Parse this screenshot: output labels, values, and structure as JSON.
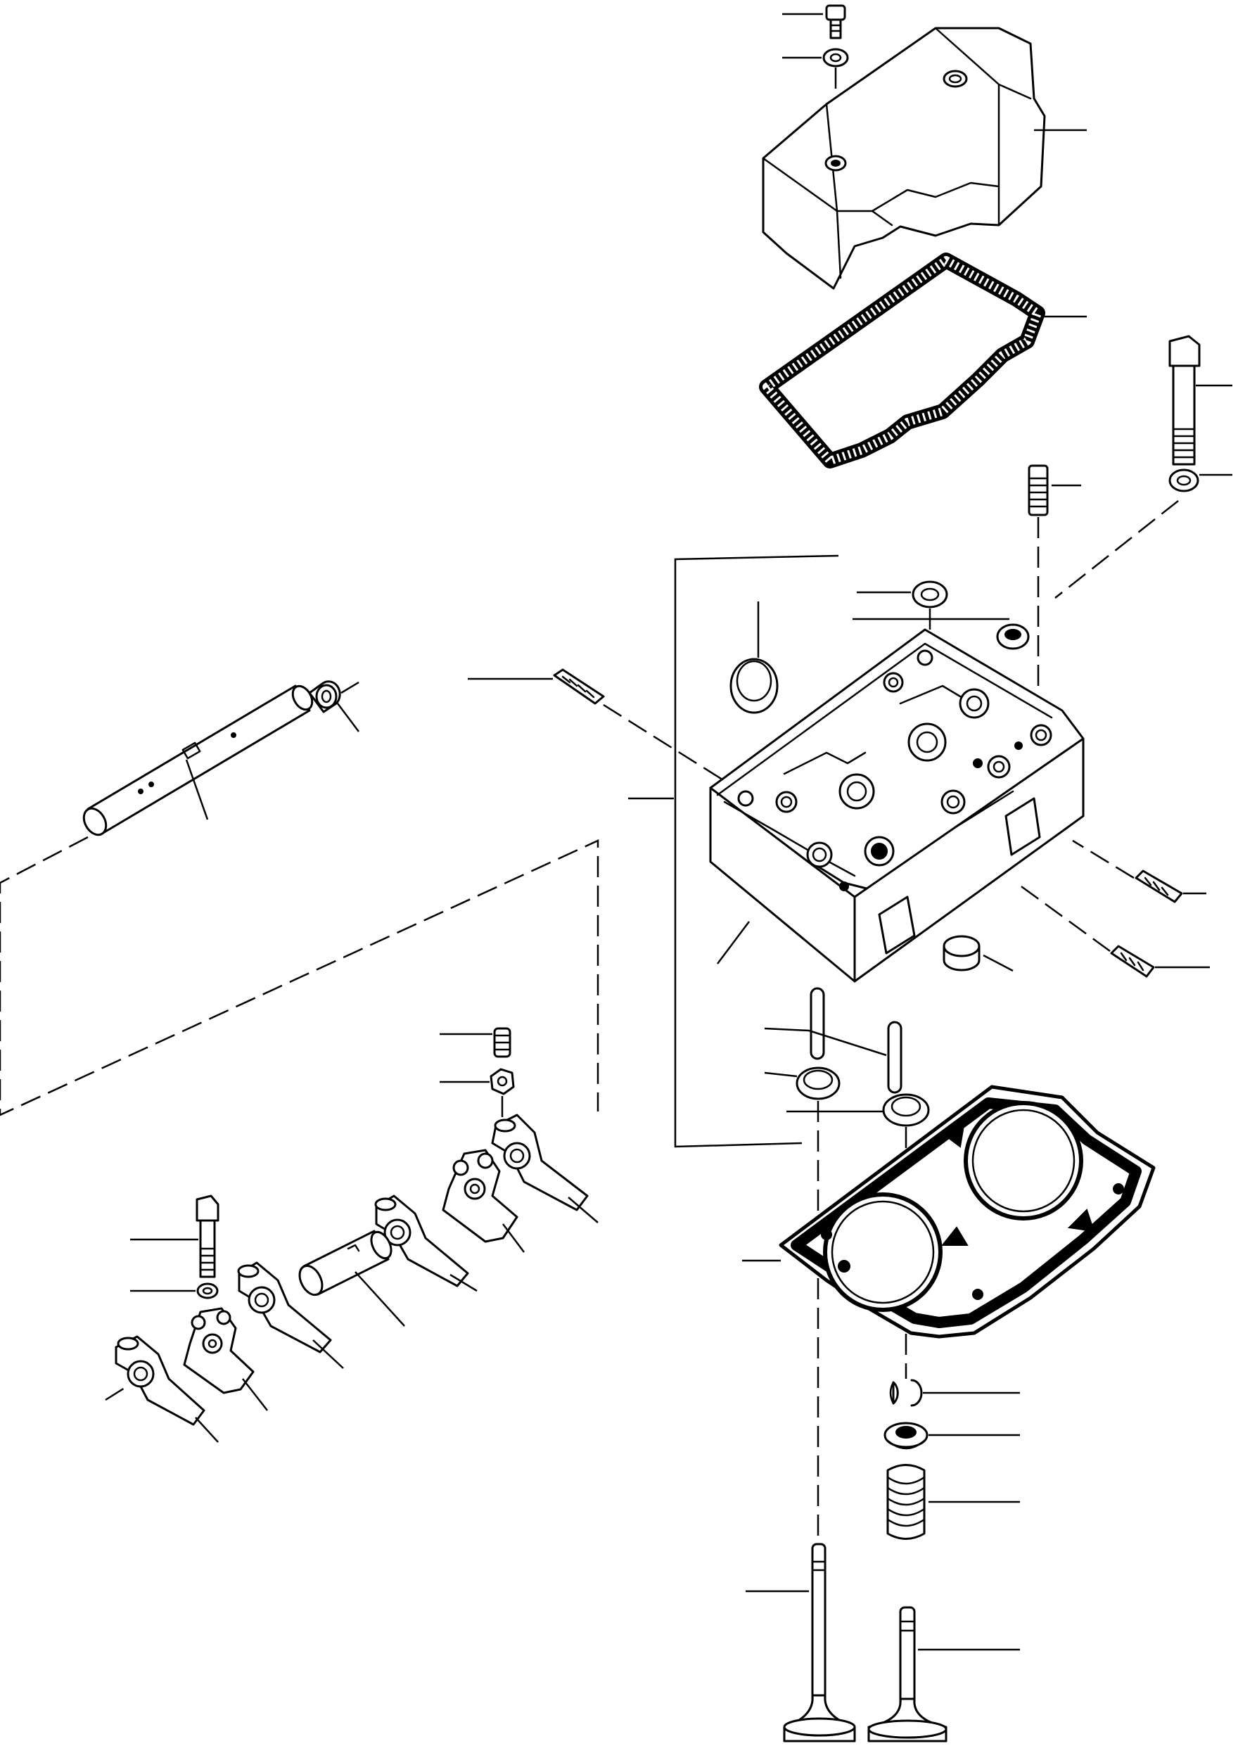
{
  "diagram": {
    "kind": "exploded parts view, no printed text or callout numbers",
    "colors": {
      "ink": "#000000",
      "paper": "#ffffff"
    },
    "parts": [
      {
        "id": "cover-bolt",
        "icon": "bolt-icon"
      },
      {
        "id": "cover-washer",
        "icon": "washer-icon"
      },
      {
        "id": "rocker-cover",
        "icon": "cover-icon"
      },
      {
        "id": "cover-gasket",
        "icon": "gasket-icon"
      },
      {
        "id": "head-bolt",
        "icon": "bolt-icon"
      },
      {
        "id": "head-bolt-washer",
        "icon": "washer-icon"
      },
      {
        "id": "stud-top",
        "icon": "stud-icon"
      },
      {
        "id": "seal-ring-a",
        "icon": "ring-icon"
      },
      {
        "id": "seal-ring-b",
        "icon": "ring-icon"
      },
      {
        "id": "expansion-plug",
        "icon": "plug-icon"
      },
      {
        "id": "stud-left",
        "icon": "stud-icon"
      },
      {
        "id": "cylinder-head",
        "icon": "cylinder-head-icon"
      },
      {
        "id": "stud-right-upper",
        "icon": "stud-icon"
      },
      {
        "id": "stud-right-lower",
        "icon": "stud-icon"
      },
      {
        "id": "head-plug",
        "icon": "plug-icon"
      },
      {
        "id": "valve-guides",
        "icon": "guide-icon"
      },
      {
        "id": "valve-seat-a",
        "icon": "ring-icon"
      },
      {
        "id": "valve-seat-b",
        "icon": "ring-icon"
      },
      {
        "id": "head-gasket",
        "icon": "gasket-icon"
      },
      {
        "id": "valve-keepers",
        "icon": "keeper-icon"
      },
      {
        "id": "spring-retainer",
        "icon": "retainer-icon"
      },
      {
        "id": "valve-spring",
        "icon": "spring-icon"
      },
      {
        "id": "valve-intake",
        "icon": "valve-icon"
      },
      {
        "id": "valve-exhaust",
        "icon": "valve-icon"
      },
      {
        "id": "rocker-shaft",
        "icon": "shaft-icon"
      },
      {
        "id": "shaft-plug",
        "icon": "plug-icon"
      },
      {
        "id": "adjusting-screw",
        "icon": "screw-icon"
      },
      {
        "id": "adjusting-nut",
        "icon": "nut-icon"
      },
      {
        "id": "rocker-arm-1",
        "icon": "rocker-arm-icon"
      },
      {
        "id": "rocker-support-1",
        "icon": "support-icon"
      },
      {
        "id": "rocker-arm-2",
        "icon": "rocker-arm-icon"
      },
      {
        "id": "shaft-spacer",
        "icon": "spacer-icon"
      },
      {
        "id": "rocker-arm-3",
        "icon": "rocker-arm-icon"
      },
      {
        "id": "rocker-support-2",
        "icon": "support-icon"
      },
      {
        "id": "rocker-arm-4",
        "icon": "rocker-arm-icon"
      },
      {
        "id": "support-bolt",
        "icon": "bolt-icon"
      },
      {
        "id": "support-washer",
        "icon": "washer-icon"
      }
    ]
  }
}
